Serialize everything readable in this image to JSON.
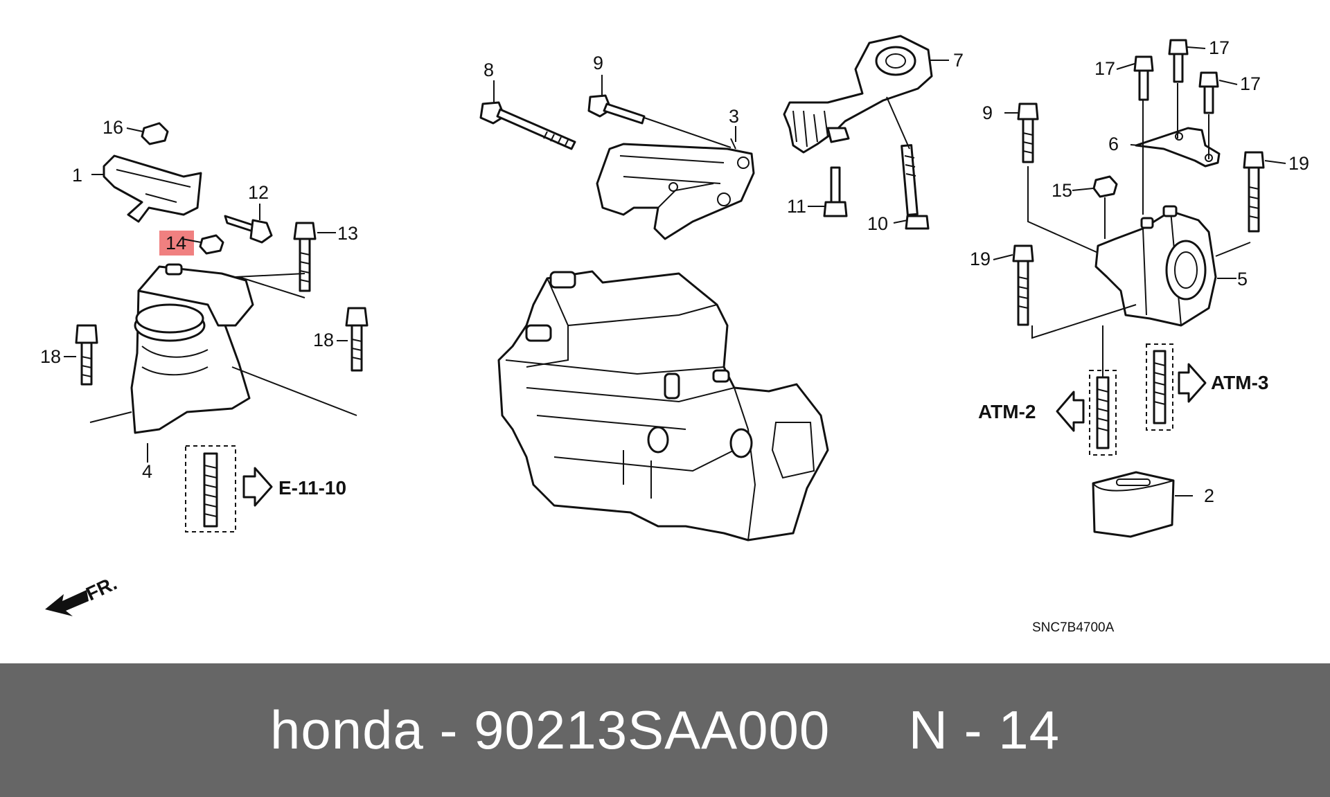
{
  "callouts": [
    "1",
    "2",
    "3",
    "4",
    "5",
    "6",
    "7",
    "8",
    "9",
    "10",
    "11",
    "12",
    "13",
    "14",
    "15",
    "16",
    "17",
    "18",
    "19"
  ],
  "highlight": {
    "label": "14",
    "color": "#f08080"
  },
  "references": {
    "e": "E-11-10",
    "atm2": "ATM-2",
    "atm3": "ATM-3"
  },
  "direction_label": "FR.",
  "diagram_code": "SNC7B4700A",
  "footer": {
    "text": "honda - 90213SAA000     N - 14"
  },
  "colors": {
    "footer_bg": "#666666",
    "footer_text": "#ffffff",
    "highlight": "#f08080"
  }
}
